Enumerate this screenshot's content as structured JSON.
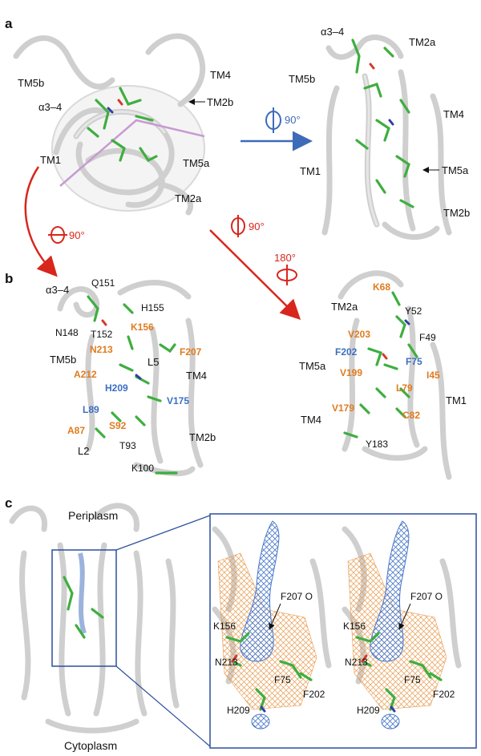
{
  "panels": {
    "a": "a",
    "b": "b",
    "c": "c"
  },
  "panel_a": {
    "left_labels": {
      "tm5b": "TM5b",
      "tm4": "TM4",
      "a34": "α3–4",
      "tm2b": "TM2b",
      "tm1": "TM1",
      "tm5a": "TM5a",
      "tm2a": "TM2a"
    },
    "right_labels": {
      "a34": "α3–4",
      "tm2a": "TM2a",
      "tm5b": "TM5b",
      "tm4": "TM4",
      "tm1": "TM1",
      "tm5a": "TM5a",
      "tm2b": "TM2b"
    },
    "rot_label": "90°"
  },
  "rotations": {
    "red_down": "90°",
    "red_diag": "90°",
    "red_180": "180°"
  },
  "panel_b_left": {
    "a34": "α3–4",
    "q151": "Q151",
    "h155": "H155",
    "n148": "N148",
    "t152": "T152",
    "k156": "K156",
    "tm5b": "TM5b",
    "n213": "N213",
    "f207": "F207",
    "l5": "L5",
    "a212": "A212",
    "tm4": "TM4",
    "h209": "H209",
    "v175": "V175",
    "l89": "L89",
    "a87": "A87",
    "s92": "S92",
    "l2": "L2",
    "t93": "T93",
    "tm2b": "TM2b",
    "k100": "K100"
  },
  "panel_b_right": {
    "k68": "K68",
    "tm2a": "TM2a",
    "y52": "Y52",
    "f49": "F49",
    "v203": "V203",
    "f202": "F202",
    "f75": "F75",
    "tm5a": "TM5a",
    "v199": "V199",
    "i45": "I45",
    "l79": "L79",
    "v179": "V179",
    "tm1": "TM1",
    "c82": "C82",
    "tm4": "TM4",
    "y183": "Y183"
  },
  "panel_c": {
    "periplasm": "Periplasm",
    "cytoplasm": "Cytoplasm",
    "stereo": {
      "k156": "K156",
      "f207o": "F207 O",
      "n213": "N213",
      "f75": "F75",
      "f202": "F202",
      "h209": "H209"
    }
  },
  "colors": {
    "orange": "#e07b1f",
    "blue": "#3b6fc0",
    "red": "#d9261c",
    "arrow_blue": "#3d6bb8",
    "green": "#3fae3f",
    "frame": "#2c4f9e"
  }
}
